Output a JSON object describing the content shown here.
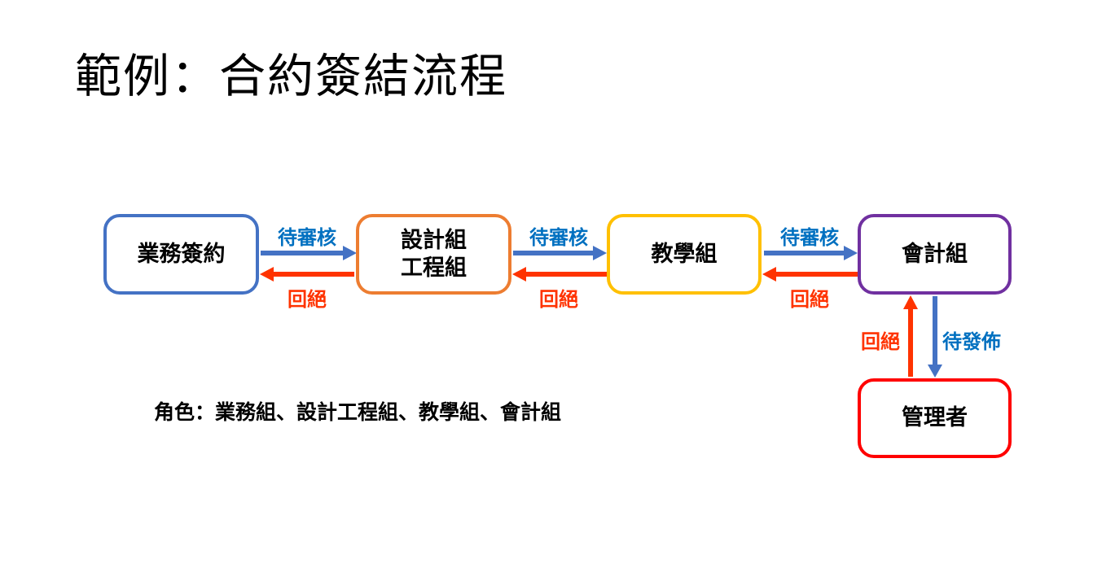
{
  "title": "範例：合約簽結流程",
  "flow": {
    "boxes": [
      {
        "id": "sales-contract",
        "label": "業務簽約",
        "border_color": "#4472C4"
      },
      {
        "id": "design-engineering",
        "label": "設計組\n工程組",
        "border_color": "#ED7D31"
      },
      {
        "id": "teaching",
        "label": "教學組",
        "border_color": "#FFC000"
      },
      {
        "id": "accounting",
        "label": "會計組",
        "border_color": "#7030A0"
      },
      {
        "id": "administrator",
        "label": "管理者",
        "border_color": "#FF0000"
      }
    ],
    "edge_labels": {
      "pending_review": "待審核",
      "reject": "回絕",
      "pending_publish": "待發佈"
    }
  },
  "roles_note": "角色：業務組、設計工程組、教學組、會計組",
  "colors": {
    "approve_arrow": "#4472C4",
    "approve_label": "#0070C0",
    "reject_arrow": "#FF3300",
    "reject_label": "#FF3300",
    "publish_arrow": "#4472C4",
    "publish_label": "#0070C0",
    "title_text": "#000000",
    "box_label_text": "#000000"
  }
}
